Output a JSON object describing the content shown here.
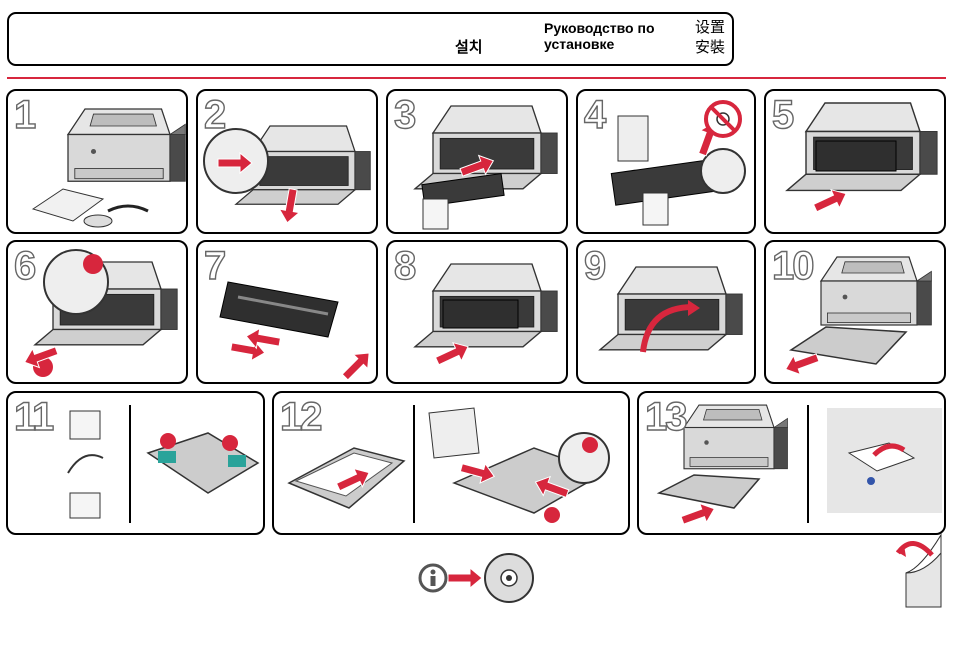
{
  "header": {
    "korean": "설치",
    "russian": "Руководство по\nустановке",
    "chinese": "设置\n安裝"
  },
  "steps": [
    "1",
    "2",
    "3",
    "4",
    "5",
    "6",
    "7",
    "8",
    "9",
    "10",
    "11",
    "12",
    "13"
  ],
  "colors": {
    "accent": "#d7263d",
    "panel_border": "#000000",
    "printer_gray": "#d9d9d9",
    "teal": "#2aa39a"
  },
  "icons": {
    "no_light": "no-sunlight-icon",
    "info": "info-icon",
    "cd": "cd-disc-icon",
    "page_turn": "page-turn-icon"
  }
}
